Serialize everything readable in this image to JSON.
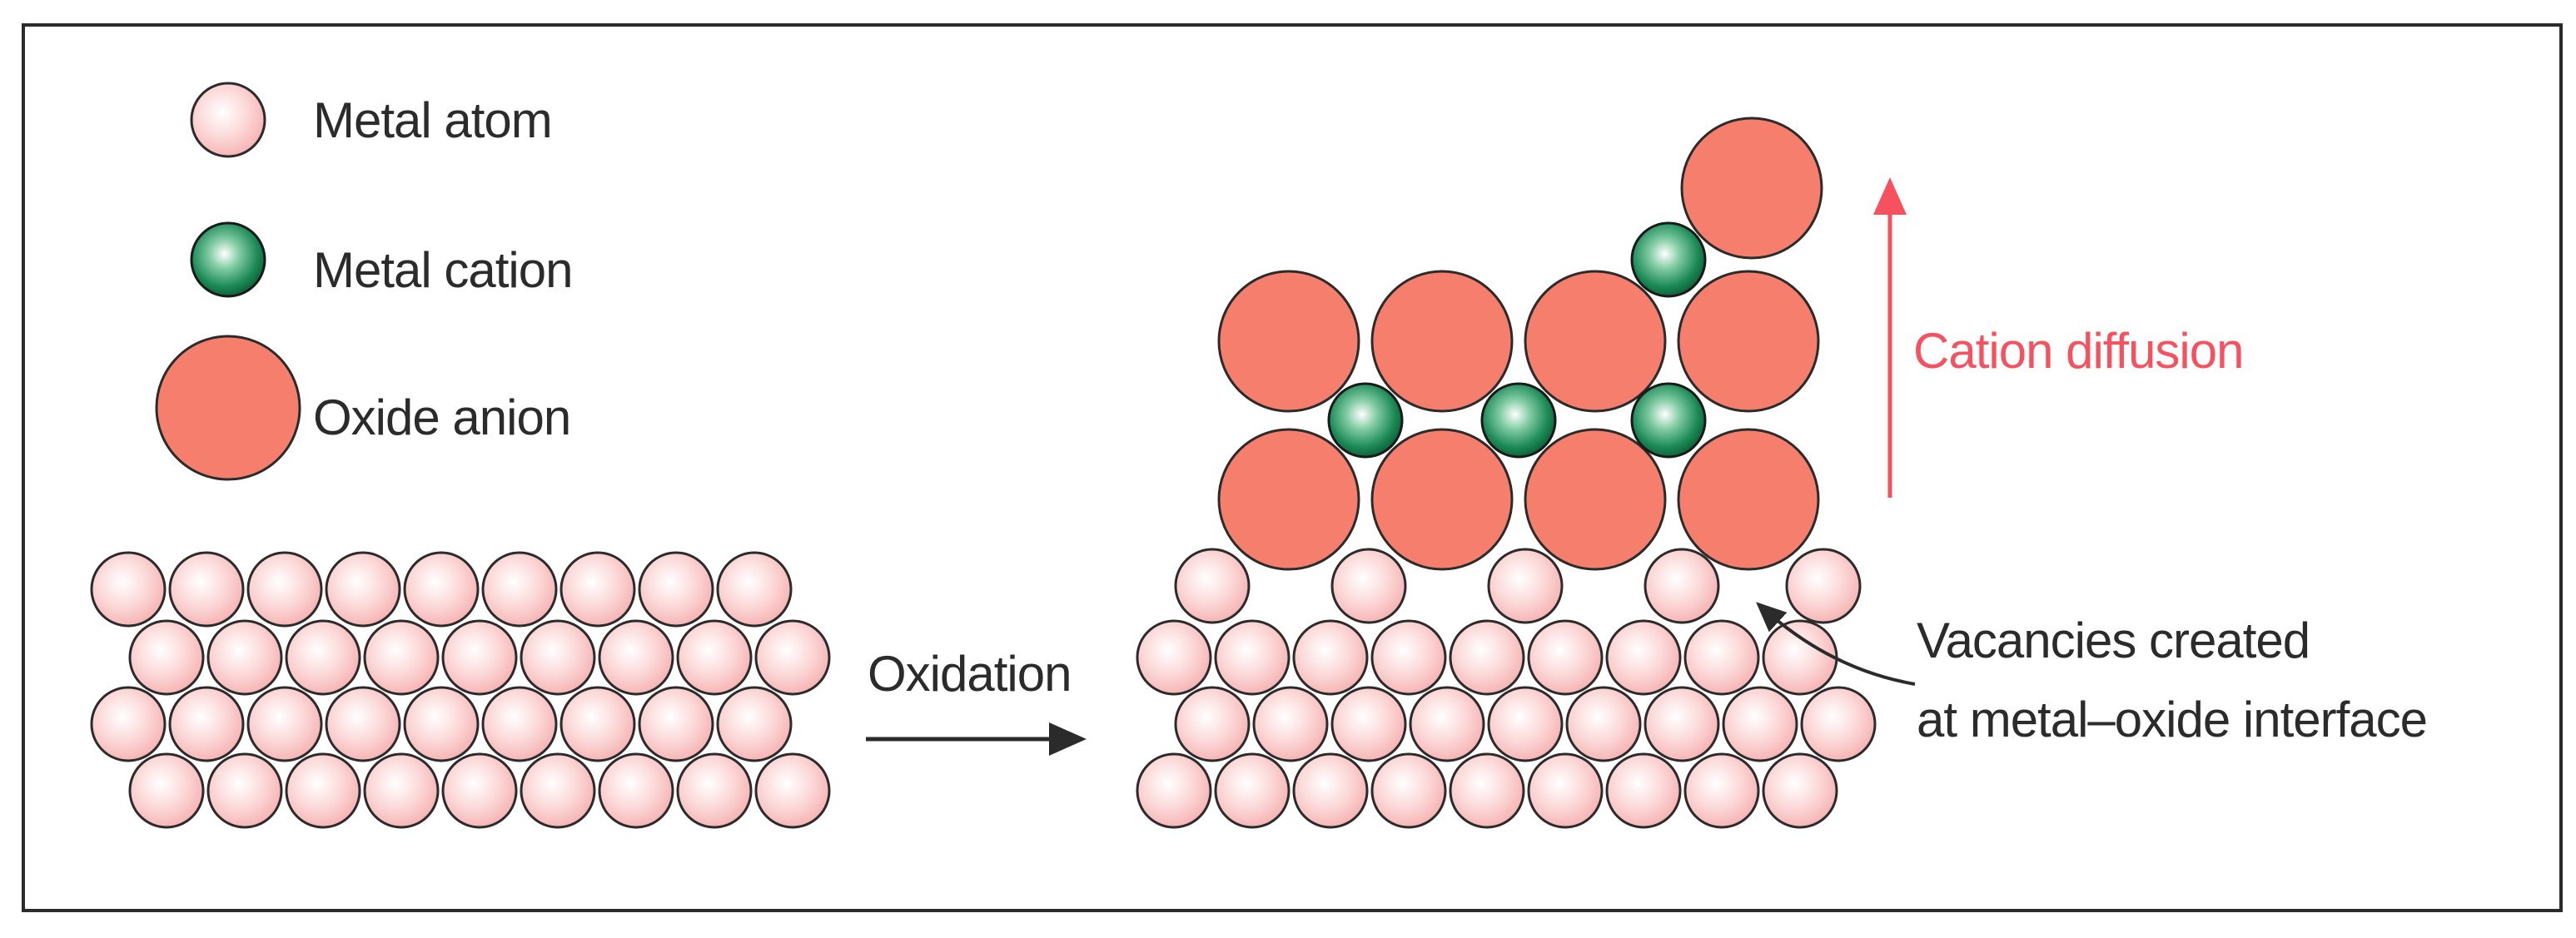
{
  "legend": {
    "metal_atom": "Metal atom",
    "metal_cation": "Metal cation",
    "oxide_anion": "Oxide anion"
  },
  "labels": {
    "oxidation": "Oxidation",
    "cation_diffusion": "Cation diffusion",
    "vacancies_line1": "Vacancies created",
    "vacancies_line2": "at metal–oxide interface"
  },
  "colors": {
    "metal_atom": "#fbc9c9",
    "metal_cation": "#1e8a57",
    "oxide_anion": "#f57f6c",
    "diffusion_arrow": "#f5515f",
    "outline": "#2b2b2b"
  }
}
